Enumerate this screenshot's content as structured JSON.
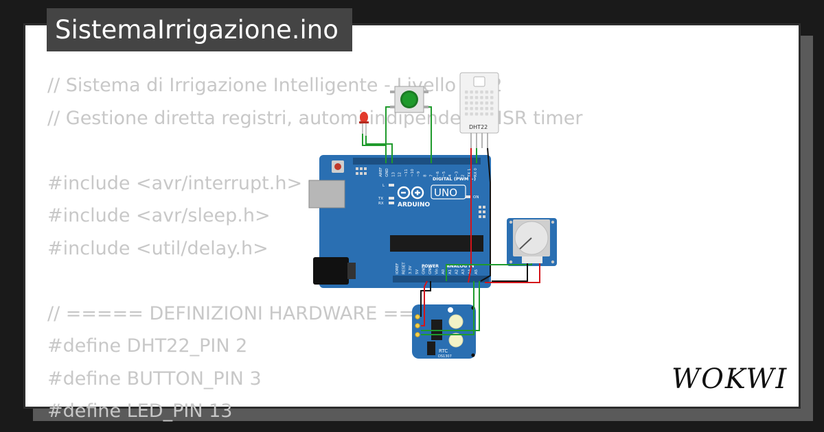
{
  "project": {
    "filename": "SistemaIrrigazione.ino"
  },
  "code_lines": [
    "// Sistema di Irrigazione Intelligente - Livello MV2",
    "// Gestione diretta registri, automi indipendenti, ISR timer",
    "",
    "#include <avr/interrupt.h>",
    "#include <avr/sleep.h>",
    "#include <util/delay.h>",
    "",
    "// ===== DEFINIZIONI HARDWARE =====",
    "#define DHT22_PIN 2",
    "#define BUTTON_PIN 3",
    "#define LED_PIN 13"
  ],
  "board": {
    "logo_text": "ARDUINO",
    "model_text": "UNO",
    "digital_label": "DIGITAL (PWM ~)",
    "analog_label": "ANALOG IN",
    "power_label": "POWER",
    "led_on": "ON",
    "led_tx": "TX",
    "led_rx": "RX",
    "led_l": "L",
    "top_pins": [
      "AREF",
      "GND",
      "13",
      "12",
      "~11",
      "~10",
      "~9",
      "8",
      "7",
      "~6",
      "~5",
      "4",
      "~3",
      "2",
      "TX 1",
      "RX 0"
    ],
    "bottom_pins": [
      "IOREF",
      "RESET",
      "3.3V",
      "5V",
      "GND",
      "GND",
      "Vin",
      "A0",
      "A1",
      "A2",
      "A3",
      "A4",
      "A5"
    ]
  },
  "sensor": {
    "label": "DHT22"
  },
  "rtc": {
    "label": "RTC",
    "chip": "DS1307"
  },
  "brand": {
    "name": "WOKWI"
  },
  "colors": {
    "board_blue": "#2a6fb2",
    "wire_green": "#1f9a2c",
    "wire_red": "#d4141a",
    "wire_black": "#111111",
    "code_text": "#c8c8c8",
    "title_bg": "#444444"
  }
}
